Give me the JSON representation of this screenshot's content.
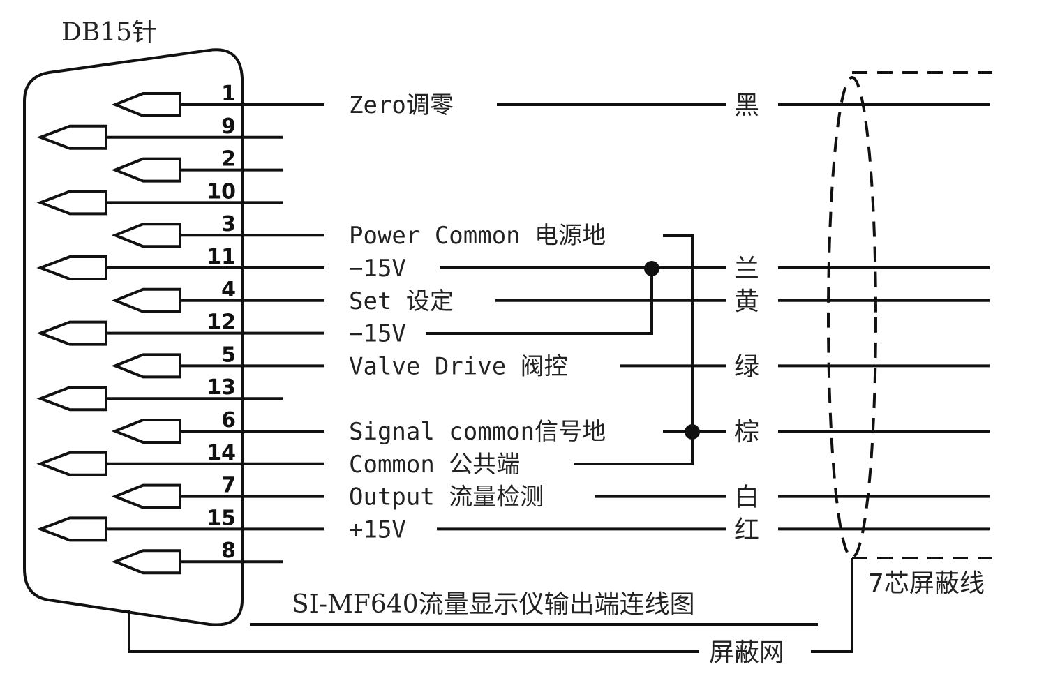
{
  "connector_label": "DB15针",
  "pins": [
    {
      "num": "1",
      "signal": "Zero调零",
      "color": "黑"
    },
    {
      "num": "9",
      "signal": "",
      "color": ""
    },
    {
      "num": "2",
      "signal": "",
      "color": ""
    },
    {
      "num": "10",
      "signal": "",
      "color": ""
    },
    {
      "num": "3",
      "signal": "Power Common 电源地",
      "color": ""
    },
    {
      "num": "11",
      "signal": "−15V",
      "color": "兰"
    },
    {
      "num": "4",
      "signal": "Set 设定",
      "color": "黄"
    },
    {
      "num": "12",
      "signal": "−15V",
      "color": ""
    },
    {
      "num": "5",
      "signal": "Valve Drive 阀控",
      "color": "绿"
    },
    {
      "num": "13",
      "signal": "",
      "color": ""
    },
    {
      "num": "6",
      "signal": "Signal common信号地",
      "color": "棕"
    },
    {
      "num": "14",
      "signal": "Common 公共端",
      "color": ""
    },
    {
      "num": "7",
      "signal": "Output 流量检测",
      "color": "白"
    },
    {
      "num": "15",
      "signal": "+15V",
      "color": "红"
    },
    {
      "num": "8",
      "signal": "",
      "color": ""
    }
  ],
  "cable_label": "7芯屏蔽线",
  "title": "SI-MF640流量显示仪输出端连线图",
  "shield_label": "屏蔽网"
}
